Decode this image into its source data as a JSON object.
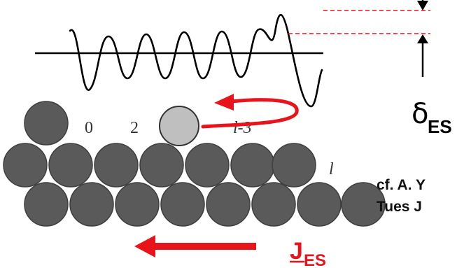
{
  "labels": {
    "site_0": "0",
    "site_2": "2",
    "site_l_minus_3": "l-3",
    "site_l": "l",
    "delta_symbol": "δ",
    "delta_subscript": "ES",
    "citation_line1": "cf. A. Y",
    "citation_line2": "Tues J",
    "current_symbol": "J",
    "current_subscript": "ES"
  },
  "colors": {
    "atom_fill": "#5a5a5a",
    "atom_stroke": "#3e3e3e",
    "adatom_fill": "#bfbfbf",
    "arrow_red": "#e8141b",
    "dashed_red": "#e8141b",
    "curve": "#000000"
  },
  "icons": {
    "up_arrow": "up-arrow-icon",
    "down_arrow": "down-arrow-icon"
  }
}
